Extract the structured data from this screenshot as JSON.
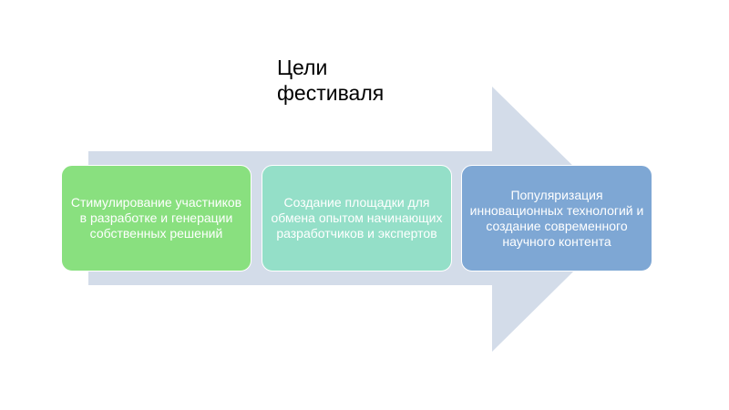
{
  "title": "Цели\nфестиваля",
  "colors": {
    "arrow": "#d3dce9",
    "box1": "#89e07f",
    "box2": "#94dfc8",
    "box3": "#7ea7d4",
    "box_text": "#ffffff"
  },
  "goals": [
    {
      "text": "Стимулирование участников в разработке и генерации собственных решений"
    },
    {
      "text": "Создание площадки для обмена опытом начинающих разработчиков и экспертов"
    },
    {
      "text": "Популяризация инновационных технологий и создание современного научного контента"
    }
  ]
}
